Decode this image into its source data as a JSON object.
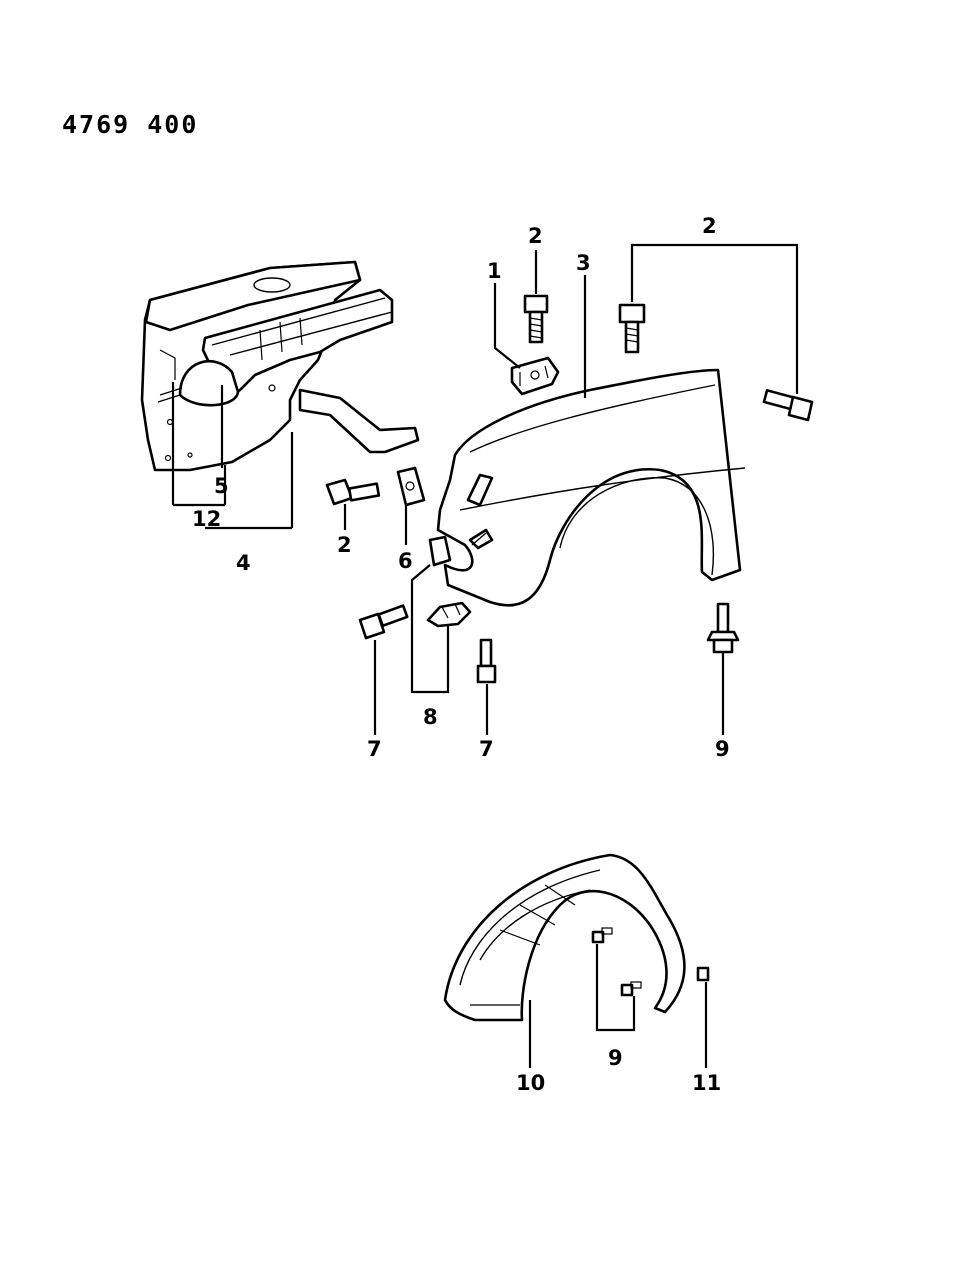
{
  "diagram_code": "4769  400",
  "callouts": {
    "c1": "1",
    "c2a": "2",
    "c2b": "2",
    "c2c": "2",
    "c3": "3",
    "c4": "4",
    "c5": "5",
    "c6": "6",
    "c7a": "7",
    "c7b": "7",
    "c8": "8",
    "c9a": "9",
    "c9b": "9",
    "c10": "10",
    "c11": "11",
    "c12": "12"
  }
}
